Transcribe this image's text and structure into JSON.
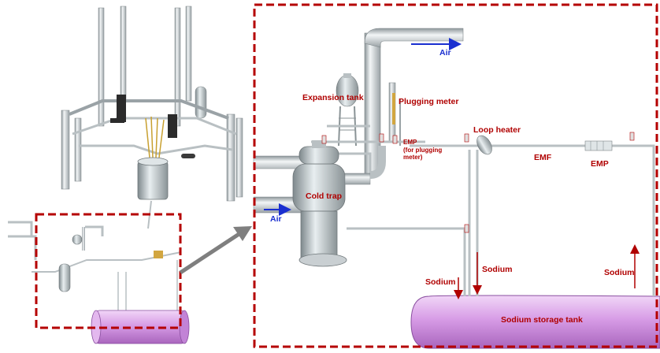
{
  "labels": {
    "expansion_tank": "Expansion tank",
    "plugging_meter": "Plugging meter",
    "loop_heater": "Loop heater",
    "emp_plugging_line1": "EMP",
    "emp_plugging_line2": "(for plugging",
    "emp_plugging_line3": "meter)",
    "emf": "EMF",
    "emp": "EMP",
    "cold_trap": "Cold trap",
    "air_top": "Air",
    "air_left": "Air",
    "sodium_left": "Sodium",
    "sodium_mid": "Sodium",
    "sodium_right": "Sodium",
    "storage_tank": "Sodium storage tank"
  },
  "colors": {
    "label_red": "#b00000",
    "air_blue": "#1a2fd0",
    "dashed_box": "#b50000",
    "zoom_arrow": "#7f7f7f",
    "pipe_gray": "#c9cfd2",
    "pipe_edge": "#7d8588",
    "tank_violet": "#d79ce6"
  }
}
